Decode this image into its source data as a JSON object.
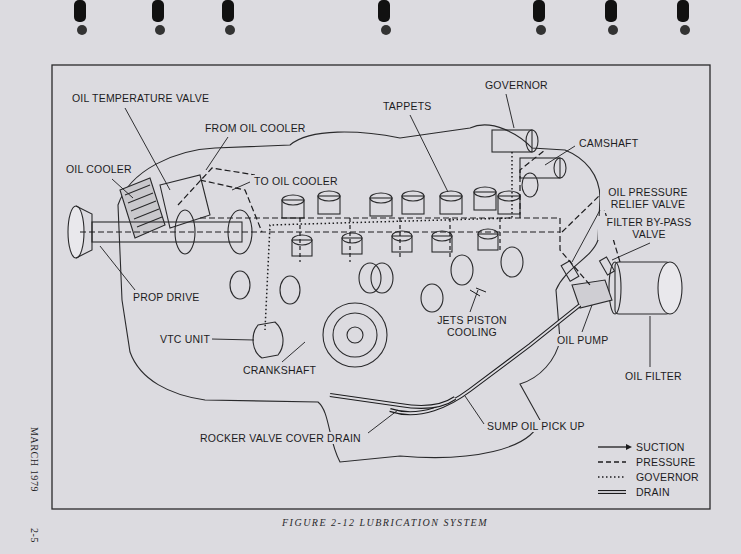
{
  "diagram": {
    "caption": "FIGURE 2-12 LUBRICATION SYSTEM",
    "labels": [
      "OIL TEMPERATURE VALVE",
      "FROM OIL COOLER",
      "OIL COOLER",
      "TO OIL COOLER",
      "TAPPETS",
      "GOVERNOR",
      "CAMSHAFT",
      "OIL PRESSURE RELIEF VALVE",
      "FILTER BY-PASS VALVE",
      "PROP DRIVE",
      "VTC UNIT",
      "CRANKSHAFT",
      "JETS PISTON COOLING",
      "OIL PUMP",
      "OIL FILTER",
      "ROCKER VALVE COVER DRAIN",
      "SUMP OIL PICK UP",
      "MARCH 1979",
      "2-5"
    ],
    "legend": [
      {
        "text": "SUCTION"
      },
      {
        "text": "PRESSURE"
      },
      {
        "text": "GOVERNOR"
      },
      {
        "text": "DRAIN"
      }
    ]
  }
}
